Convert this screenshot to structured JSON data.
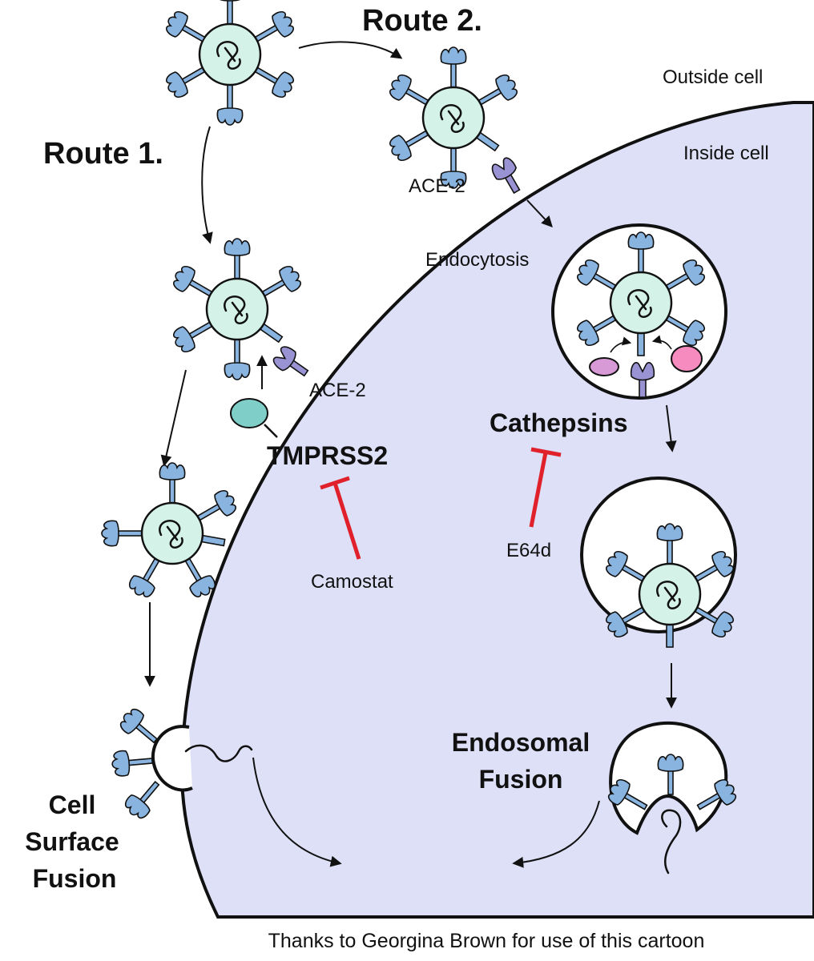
{
  "labels": {
    "route1": "Route 1.",
    "route2": "Route 2.",
    "outside_cell": "Outside cell",
    "inside_cell": "Inside cell",
    "ace2_route1": "ACE-2",
    "ace2_route2": "ACE-2",
    "endocytosis": "Endocytosis",
    "tmprss2": "TMPRSS2",
    "cathepsins": "Cathepsins",
    "camostat": "Camostat",
    "e64d": "E64d",
    "endosomal_fusion_line1": "Endosomal",
    "endosomal_fusion_line2": "Fusion",
    "cell_surface_fusion_line1": "Cell",
    "cell_surface_fusion_line2": "Surface",
    "cell_surface_fusion_line3": "Fusion"
  },
  "credit": "Thanks to Georgina Brown for use of this cartoon",
  "colors": {
    "cell_fill": "#dde0f7",
    "virus_fill": "#d4f2e8",
    "spike_fill": "#8ab4e0",
    "ace2_fill": "#9a93d3",
    "tmprss2_fill": "#7fcfc8",
    "cathepsin_pink": "#f58bbf",
    "cathepsin_purple": "#d79ad6",
    "inhibitor_red": "#e0202a",
    "outline": "#111111"
  }
}
